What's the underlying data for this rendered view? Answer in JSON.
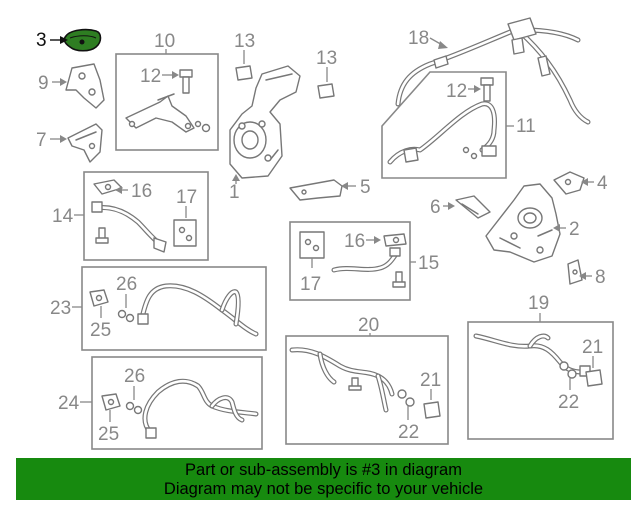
{
  "banner": {
    "line1": "Part or sub-assembly is #3 in diagram",
    "line2": "Diagram may not be specific to your vehicle"
  },
  "highlight_color": "#2e7d22",
  "banner_color": "#178a0f",
  "callouts": {
    "n1": "1",
    "n2": "2",
    "n3": "3",
    "n4": "4",
    "n5": "5",
    "n6": "6",
    "n7": "7",
    "n8": "8",
    "n9": "9",
    "n10": "10",
    "n11": "11",
    "n12a": "12",
    "n12b": "12",
    "n13a": "13",
    "n13b": "13",
    "n14": "14",
    "n15": "15",
    "n16a": "16",
    "n16b": "16",
    "n17a": "17",
    "n17b": "17",
    "n18": "18",
    "n19": "19",
    "n20": "20",
    "n21a": "21",
    "n21b": "21",
    "n22a": "22",
    "n22b": "22",
    "n23": "23",
    "n24": "24",
    "n25a": "25",
    "n25b": "25",
    "n26a": "26",
    "n26b": "26"
  }
}
